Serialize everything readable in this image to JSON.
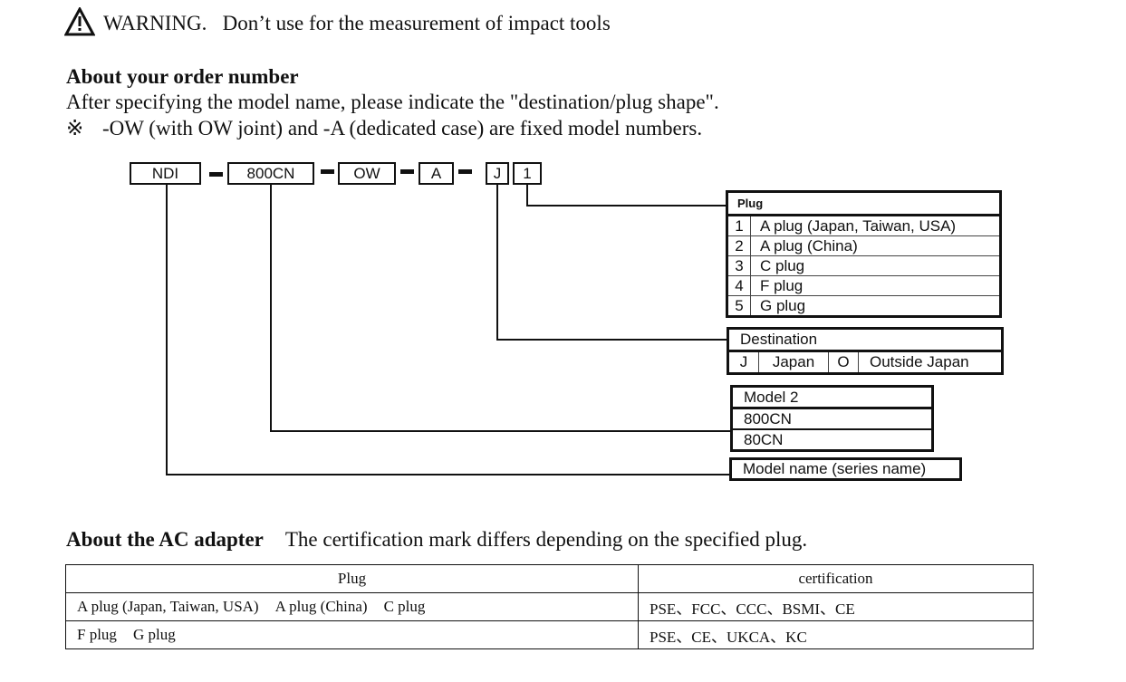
{
  "warning": {
    "label": "WARNING.",
    "text": "Don’t use for the measurement of impact tools"
  },
  "order": {
    "heading": "About your order number",
    "line1": "After specifying the model name, please indicate the \"destination/plug shape\".",
    "ref_mark": "※",
    "line2": "-OW (with OW joint) and -A (dedicated case) are fixed model numbers."
  },
  "model_code": {
    "parts": [
      "NDI",
      "800CN",
      "OW",
      "A",
      "J",
      "1"
    ]
  },
  "plug_table": {
    "header": "Plug",
    "rows": [
      {
        "num": "1",
        "label": "A plug (Japan, Taiwan, USA)"
      },
      {
        "num": "2",
        "label": "A plug (China)"
      },
      {
        "num": "3",
        "label": "C plug"
      },
      {
        "num": "4",
        "label": "F plug"
      },
      {
        "num": "5",
        "label": "G plug"
      }
    ]
  },
  "destination_table": {
    "header": "Destination",
    "cells": [
      "J",
      "Japan",
      "O",
      "Outside Japan"
    ]
  },
  "model2_table": {
    "header": "Model 2",
    "rows": [
      "800CN",
      "80CN"
    ]
  },
  "series_label": "Model name (series name)",
  "ac_adapter": {
    "heading": "About the AC adapter",
    "note": "The certification mark differs depending on the specified plug.",
    "columns": [
      "Plug",
      "certification"
    ],
    "rows": [
      {
        "plugs": [
          "A plug (Japan, Taiwan, USA)",
          "A plug (China)",
          "C plug"
        ],
        "cert": "PSE、FCC、CCC、BSMI、CE"
      },
      {
        "plugs": [
          "F plug",
          "G plug"
        ],
        "cert": "PSE、CE、UKCA、KC"
      }
    ]
  }
}
